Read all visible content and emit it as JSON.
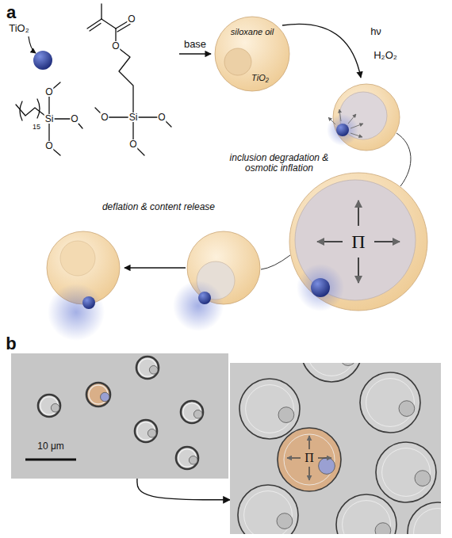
{
  "diagram": {
    "nodes": [
      {
        "text": [
          "siloxane oil",
          "TiO₂"
        ]
      },
      {
        "text": [
          "Π"
        ]
      },
      {
        "text": [
          "10 μm"
        ]
      },
      {
        "text": [
          "Π"
        ]
      }
    ],
    "edges": [
      {
        "from": 2,
        "to": 3,
        "arrow": "to"
      }
    ],
    "labels": [
      "a",
      "TiO₂",
      "O",
      "O",
      "Si",
      "O",
      "O",
      "O",
      "15",
      "Si",
      "O",
      "O",
      "O",
      "base",
      "hν",
      "H₂O₂",
      "inclusion degradation & osmotic inflation",
      "deflation & content release",
      "b"
    ]
  }
}
